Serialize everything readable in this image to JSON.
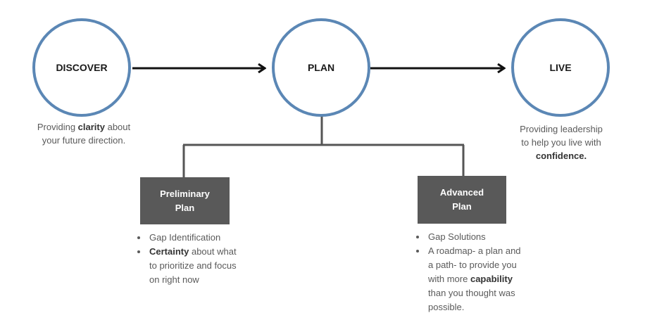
{
  "stages": {
    "discover": "DISCOVER",
    "plan": "PLAN",
    "live": "LIVE"
  },
  "discover_caption": {
    "pre": "Providing ",
    "bold": "clarity",
    "post": " about",
    "line2": "your future direction."
  },
  "live_caption": {
    "line1": "Providing leadership",
    "line2": "to help you live with",
    "bold": "confidence."
  },
  "preliminary": {
    "title_line1": "Preliminary",
    "title_line2": "Plan",
    "bullet1": "Gap Identification",
    "bullet2_bold": "Certainty",
    "bullet2_line1_rest": " about what",
    "bullet2_line2": "to prioritize and focus",
    "bullet2_line3": "on right now"
  },
  "advanced": {
    "title_line1": "Advanced",
    "title_line2": "Plan",
    "bullet1": "Gap Solutions",
    "bullet2_line1": "A roadmap- a plan and",
    "bullet2_line2": "a path- to provide you",
    "bullet2_line3_pre": "with more ",
    "bullet2_bold": "capability",
    "bullet2_line4": "than you thought was",
    "bullet2_line5": "possible."
  },
  "colors": {
    "circle_border": "#5b87b5",
    "box_fill": "#595959",
    "connector": "#555555",
    "arrow": "#111111"
  }
}
